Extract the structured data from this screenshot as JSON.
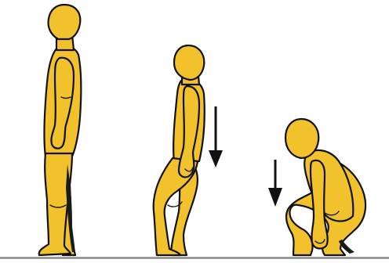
{
  "figure": {
    "kind": "squat sequence illustration",
    "poses": [
      "standing",
      "half-squat",
      "full-squat"
    ],
    "arrows": [
      {
        "direction": "down",
        "pose": "half-squat"
      },
      {
        "direction": "down",
        "pose": "full-squat"
      }
    ],
    "colors": {
      "figure_fill": "#f2c22c",
      "outline": "#111111",
      "arrow": "#111111",
      "floor": "#8a8a8a",
      "background": "#ffffff"
    }
  }
}
